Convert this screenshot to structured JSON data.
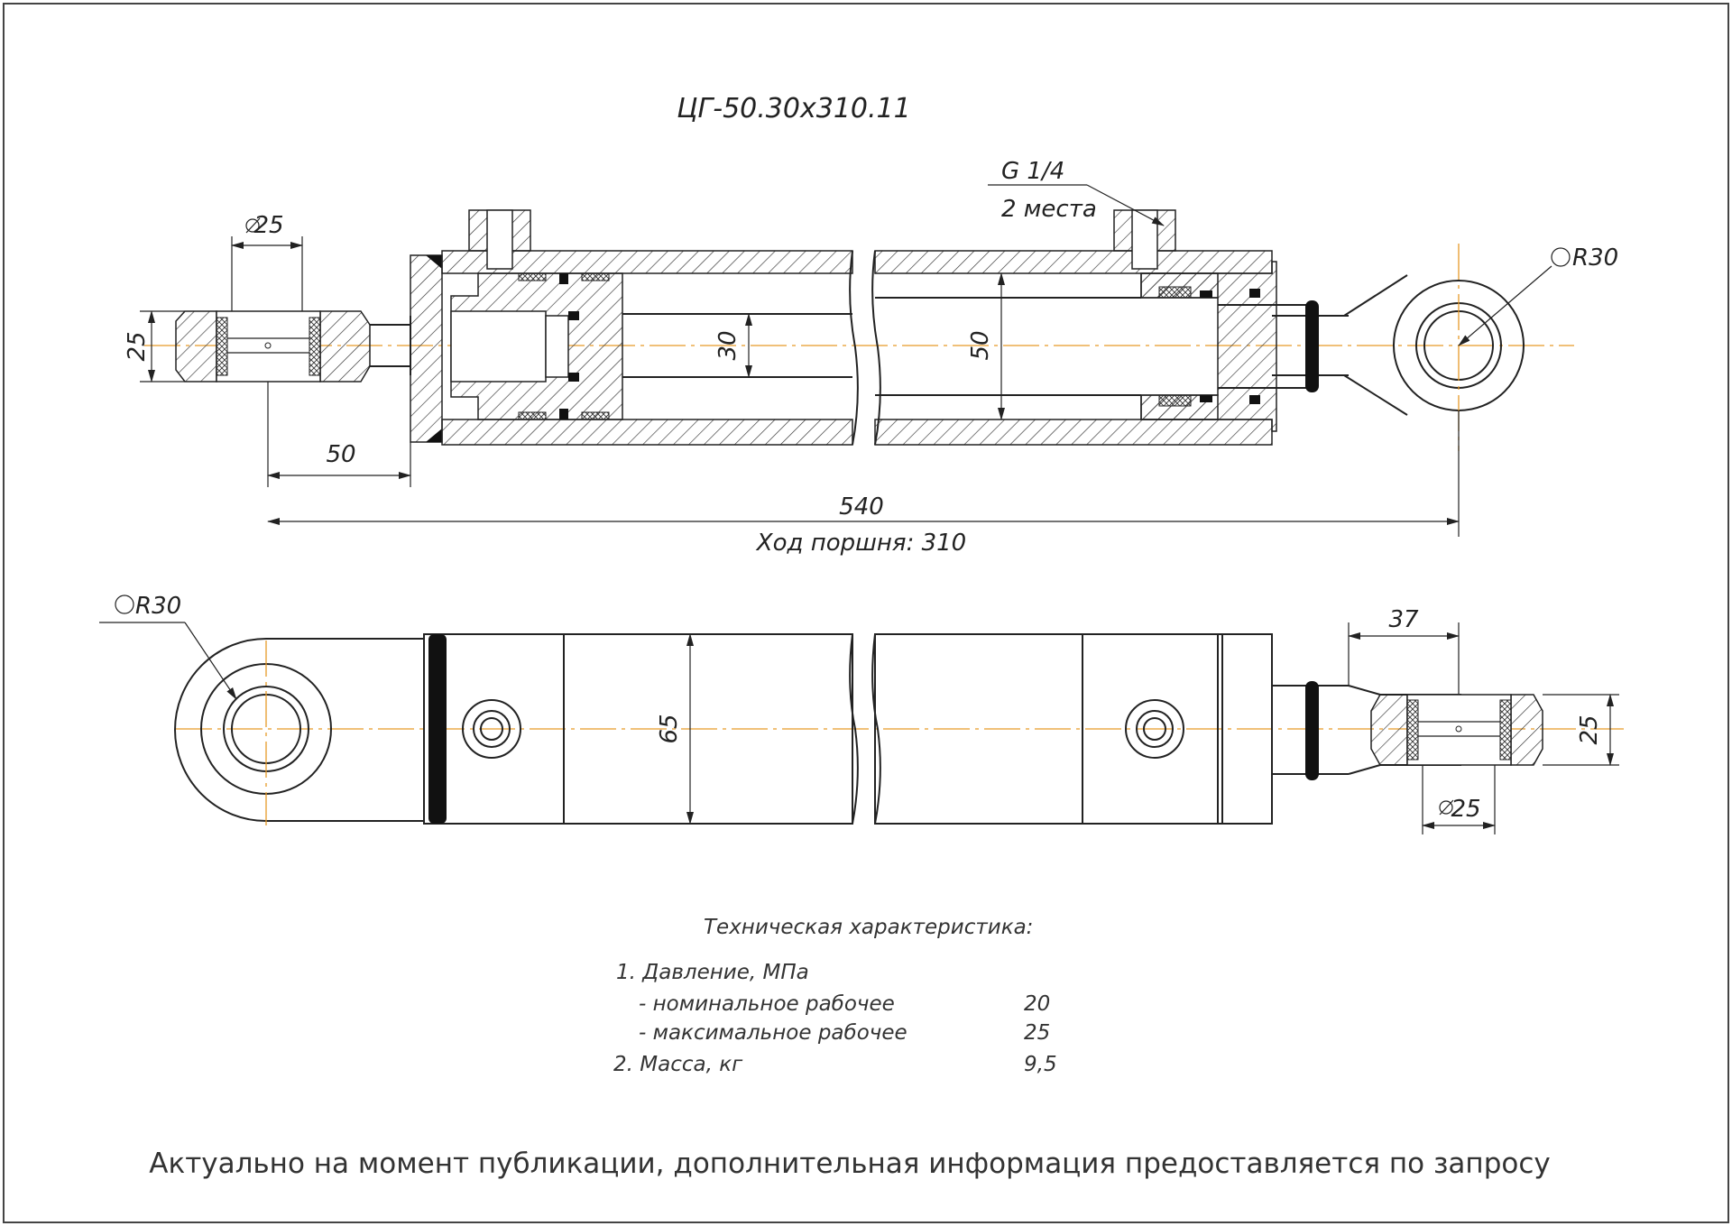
{
  "drawing": {
    "title": "ЦГ-50.30х310.11",
    "port_label_line1": "G 1/4",
    "port_label_line2": "2 места",
    "radius_top": "R30",
    "radius_bottom": "R30",
    "dim_pin_top": "25",
    "dim_width_top": "25",
    "dim_rod": "30",
    "dim_bore": "50",
    "dim_offset": "50",
    "dim_length": "540",
    "stroke_label": "Ход поршня: 310",
    "dim_outer": "65",
    "dim_37": "37",
    "dim_width_bottom": "25",
    "dim_pin_bottom": "25"
  },
  "specs": {
    "heading": "Техническая характеристика:",
    "row1": "1. Давление, МПа",
    "row2_label": "- номинальное рабочее",
    "row2_value": "20",
    "row3_label": "- максимальное рабочее",
    "row3_value": "25",
    "row4_label": "2. Масса, кг",
    "row4_value": "9,5"
  },
  "footer": "Актуально на момент публикации, дополнительная информация предоставляется по запросу"
}
